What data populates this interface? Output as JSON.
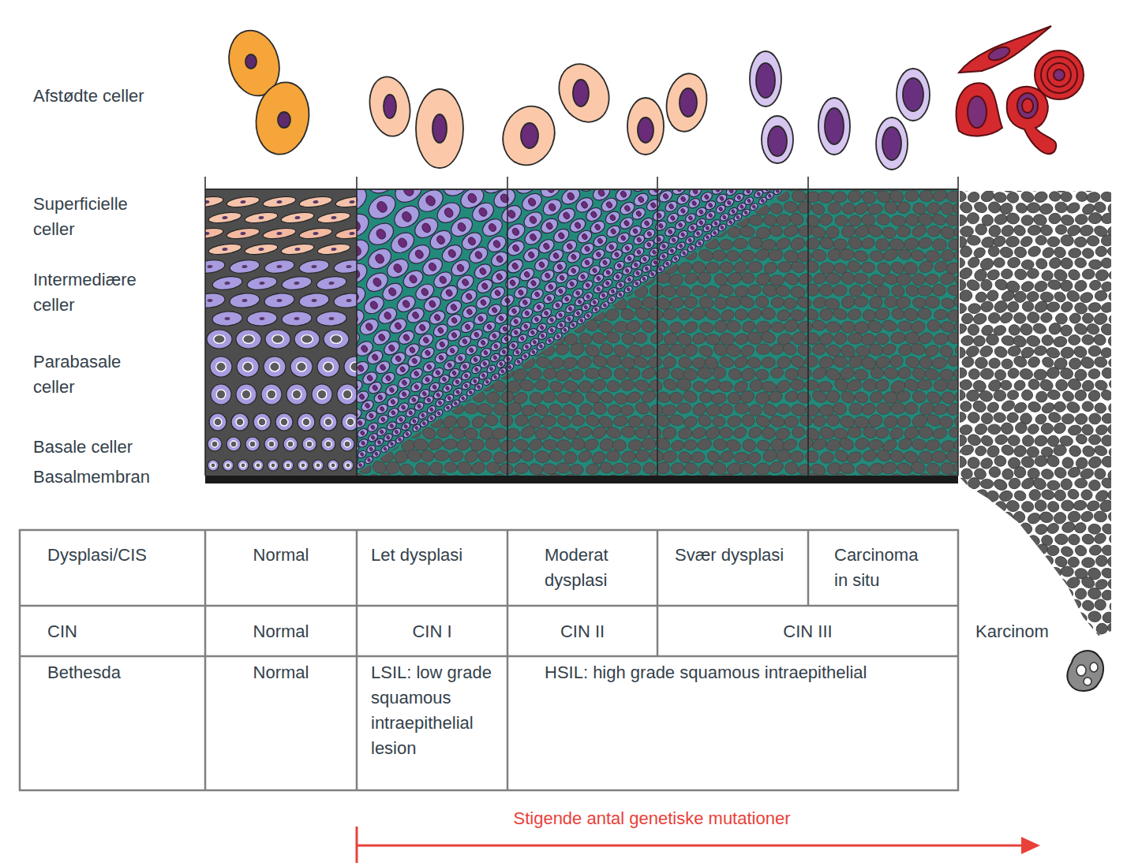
{
  "diagram": {
    "labels": [
      "Afstødte celler",
      "Superficielle celler",
      "Intermediære celler",
      "Parabasale celler",
      "Basale celler",
      "Basalmembran",
      "Dysplasi/CIS",
      "Normal",
      "Let dysplasi",
      "Moderat dysplasi",
      "Svær dysplasi",
      "Carcinoma in situ",
      "CIN",
      "Normal",
      "CIN I",
      "CIN II",
      "CIN III",
      "Karcinom",
      "Bethesda",
      "Normal",
      "LSIL: low grade squamous intraepithelial lesion",
      "HSIL: high grade squamous intraepithelial",
      "Stigende antal genetiske mutationer"
    ]
  }
}
